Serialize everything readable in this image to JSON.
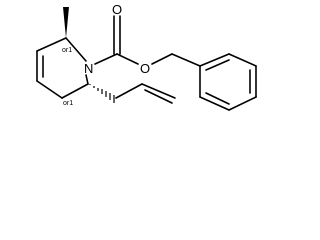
{
  "molecule": {
    "atoms": {
      "nitrogen": "N",
      "carbonyl_oxygen": "O",
      "ester_oxygen": "O"
    },
    "stereo_labels": {
      "upper": "or1",
      "lower": "or1"
    },
    "colors": {
      "bond": "#000000",
      "background": "#ffffff"
    }
  }
}
